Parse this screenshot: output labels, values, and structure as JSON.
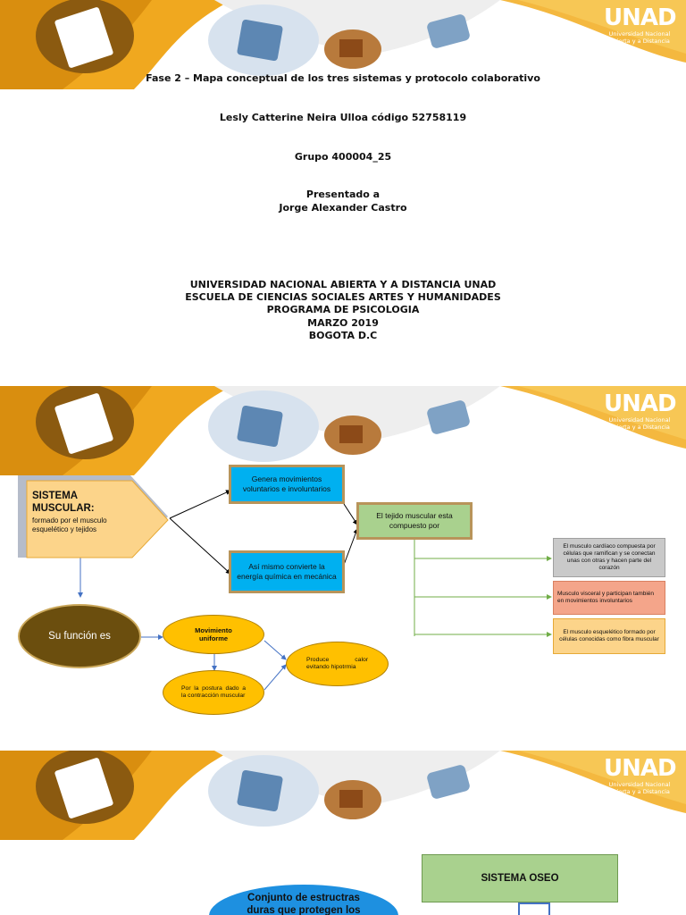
{
  "logo": {
    "mark": "UNAD",
    "line1": "Universidad Nacional",
    "line2": "Abierta y a Distancia"
  },
  "cover": {
    "title": "Fase 2 – Mapa conceptual de los tres sistemas y protocolo colaborativo",
    "author": "Lesly Catterine Neira Ulloa código 52758119",
    "group": "Grupo 400004_25",
    "presented_to": "Presentado a",
    "teacher": "Jorge Alexander Castro",
    "university": "UNIVERSIDAD NACIONAL ABIERTA Y A DISTANCIA UNAD",
    "school": "ESCUELA DE CIENCIAS SOCIALES ARTES Y HUMANIDADES",
    "program": "PROGRAMA DE PSICOLOGIA",
    "date": "MARZO 2019",
    "city": "BOGOTA D.C"
  },
  "muscular": {
    "title_line1": "SISTEMA",
    "title_line2": "MUSCULAR:",
    "subtitle": "formado por  el musculo esquelético y tejidos",
    "movimientos": "Genera movimientos voluntarios e involuntarios",
    "energia": "Así mismo convierte la energía química en mecánica",
    "tejido": "El tejido muscular esta compuesto por",
    "cardiaco": "El musculo cardíaco compuesta por células que ramifican y se conectan unas con otras  y hacen parte del corazón",
    "visceral": "Musculo visceral y participan también en movimientos involuntarios",
    "esqueletico": "El musculo esquelético formado por células conocidas como fibra muscular",
    "funcion": "Su función es",
    "uniforme": "Movimiento uniforme",
    "postura": "Por la postura dado a la contracción muscular",
    "calor": "Produce calor evitando hipotrmia"
  },
  "oseo": {
    "title": "SISTEMA OSEO",
    "conjunto": "Conjunto de estructras duras que protegen los"
  },
  "colors": {
    "gold": "#f2b632",
    "peach": "#fcd48a",
    "cyan": "#00b0f0",
    "green": "#a9d18e",
    "gray": "#c9c9c9",
    "salmon": "#f4a58a",
    "brown": "#6b4e0e",
    "amber": "#ffc000",
    "blue": "#1e90e0"
  }
}
